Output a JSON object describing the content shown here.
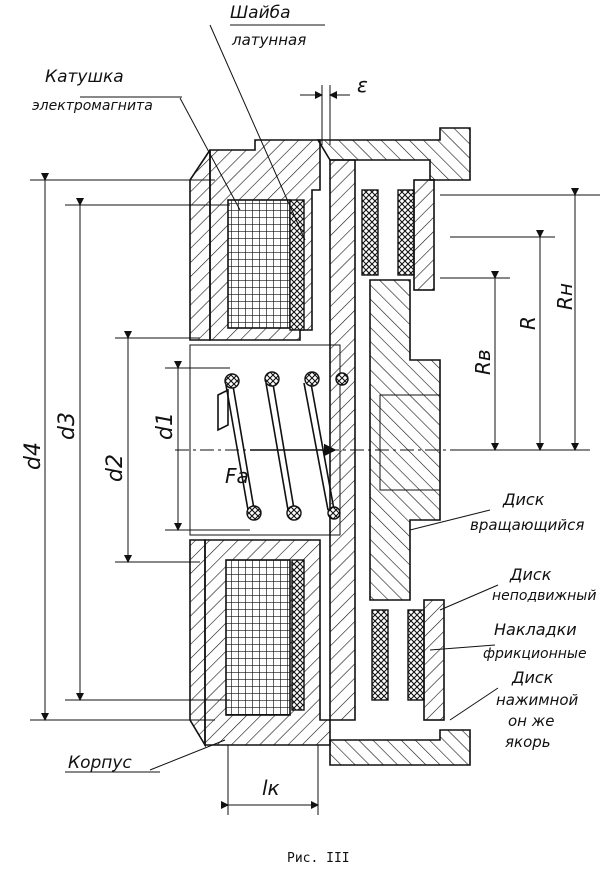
{
  "labels": {
    "washer_line1": "Шайба",
    "washer_line2": "латунная",
    "coil_line1": "Катушка",
    "coil_line2": "электромагнита",
    "gap": "ε",
    "disk_rotating_line1": "Диск",
    "disk_rotating_line2": "вращающийся",
    "disk_fixed_line1": "Диск",
    "disk_fixed_line2": "неподвижный",
    "pads_line1": "Накладки",
    "pads_line2": "фрикционные",
    "disk_press_line1": "Диск",
    "disk_press_line2": "нажимной",
    "disk_press_line3": "он же",
    "disk_press_line4": "якорь",
    "housing": "Корпус",
    "force": "Fa"
  },
  "dimensions": {
    "d4": "d4",
    "d3": "d3",
    "d2": "d2",
    "d1": "d1",
    "Rn": "Rн",
    "R": "R",
    "Rv": "Rв",
    "lk": "lк"
  },
  "caption": "Рис. III"
}
